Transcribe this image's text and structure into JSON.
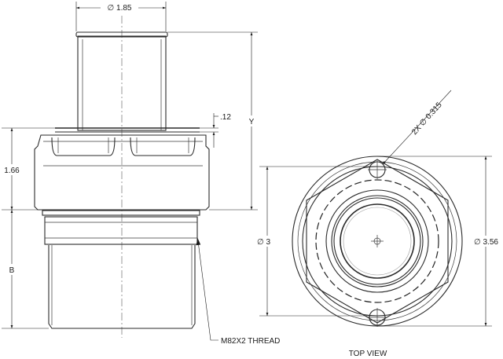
{
  "labels": {
    "dia_top": "∅ 1.85",
    "thickness": ".12",
    "height_y": "Y",
    "height_166": "1.66",
    "height_b": "B",
    "thread": "M82X2 THREAD",
    "holes": "2X ∅ 0.315",
    "dia_3": "∅ 3",
    "dia_356": "∅ 3.56",
    "view": "TOP VIEW"
  }
}
